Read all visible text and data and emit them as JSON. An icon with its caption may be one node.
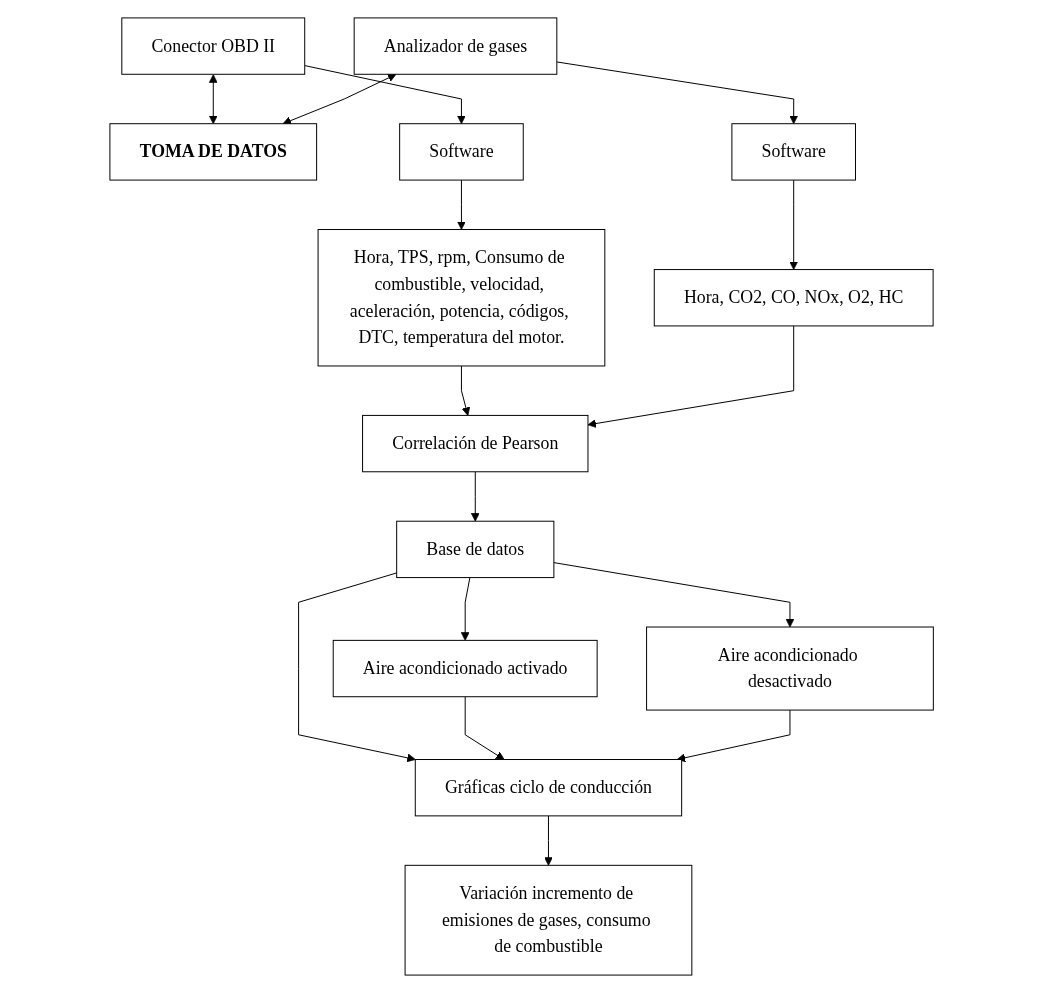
{
  "diagram": {
    "nodes": [
      {
        "text": [
          "TOMA DE DATOS"
        ]
      },
      {
        "text": [
          "Conector OBD II"
        ]
      },
      {
        "text": [
          "Analizador de gases"
        ]
      },
      {
        "text": [
          "Software"
        ]
      },
      {
        "text": [
          "Software"
        ]
      },
      {
        "text": [
          "Hora, TPS, rpm, Consumo de combustible, velocidad, aceleración, potencia, códigos, DTC, temperatura del motor."
        ]
      },
      {
        "text": [
          "Hora, CO2, CO, NOx, O2, HC"
        ]
      },
      {
        "text": [
          "Correlación de Pearson"
        ]
      },
      {
        "text": [
          "Aire acondicionado activado"
        ]
      },
      {
        "text": [
          "Base de datos"
        ]
      },
      {
        "text": [
          "Aire acondicionado desactivado"
        ]
      },
      {
        "text": [
          "Gráficas ciclo de conducción"
        ]
      },
      {
        "text": [
          "Variación incremento de emisiones de gases, consumo de combustible"
        ]
      }
    ],
    "edges": [
      {
        "from": 1,
        "to": 0,
        "arrow": "both"
      },
      {
        "from": 2,
        "to": 0,
        "arrow": "both"
      },
      {
        "from": 1,
        "to": 3,
        "arrow": "to"
      },
      {
        "from": 2,
        "to": 4,
        "arrow": "to"
      },
      {
        "from": 3,
        "to": 5,
        "arrow": "to"
      },
      {
        "from": 4,
        "to": 6,
        "arrow": "to"
      },
      {
        "from": 5,
        "to": 7,
        "arrow": "to"
      },
      {
        "from": 6,
        "to": 7,
        "arrow": "to"
      },
      {
        "from": 7,
        "to": 9,
        "arrow": "to"
      },
      {
        "from": 9,
        "to": 8,
        "arrow": "to"
      },
      {
        "from": 9,
        "to": 10,
        "arrow": "to"
      },
      {
        "from": 9,
        "to": 11,
        "arrow": "to"
      },
      {
        "from": 8,
        "to": 11,
        "arrow": "to"
      },
      {
        "from": 10,
        "to": 11,
        "arrow": "to"
      },
      {
        "from": 11,
        "to": 12,
        "arrow": "to"
      }
    ]
  }
}
